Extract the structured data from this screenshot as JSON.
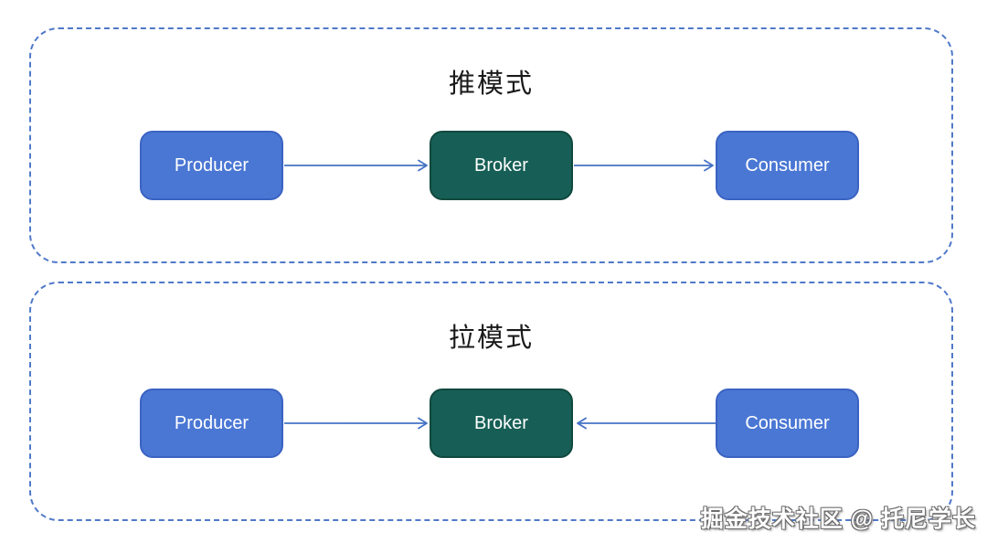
{
  "panels": [
    {
      "title": "推模式",
      "nodes": [
        {
          "label": "Producer",
          "role": "producer"
        },
        {
          "label": "Broker",
          "role": "broker"
        },
        {
          "label": "Consumer",
          "role": "consumer"
        }
      ],
      "arrows": [
        {
          "from": "Producer",
          "to": "Broker",
          "direction": "right"
        },
        {
          "from": "Broker",
          "to": "Consumer",
          "direction": "right"
        }
      ]
    },
    {
      "title": "拉模式",
      "nodes": [
        {
          "label": "Producer",
          "role": "producer"
        },
        {
          "label": "Broker",
          "role": "broker"
        },
        {
          "label": "Consumer",
          "role": "consumer"
        }
      ],
      "arrows": [
        {
          "from": "Producer",
          "to": "Broker",
          "direction": "right"
        },
        {
          "from": "Consumer",
          "to": "Broker",
          "direction": "left"
        }
      ]
    }
  ],
  "watermark": "掘金技术社区 @ 托尼学长",
  "colors": {
    "node_blue_fill": "#4a77d4",
    "node_blue_border": "#3b63c2",
    "broker_green_fill": "#175f56",
    "broker_green_border": "#11493f",
    "arrow": "#4472c4",
    "panel_border": "#5079c9",
    "title_text": "#1a1a1a",
    "node_text": "#ffffff"
  }
}
